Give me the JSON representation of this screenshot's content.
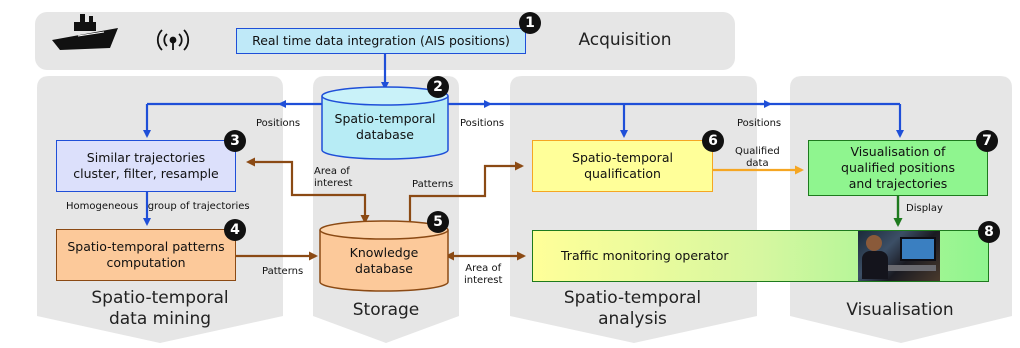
{
  "acquisition": {
    "title": "Acquisition",
    "box": "Real time data integration (AIS positions)",
    "step": "1"
  },
  "columns": {
    "mining": "Spatio-temporal\ndata mining",
    "storage": "Storage",
    "analysis": "Spatio-temporal\nanalysis",
    "visualisation": "Visualisation"
  },
  "boxes": {
    "trajectories": "Similar trajectories\ncluster, filter, resample",
    "patterns": "Spatio-temporal patterns\ncomputation",
    "qualification": "Spatio-temporal\nqualification",
    "visual": "Visualisation of\nqualified positions\nand trajectories",
    "operator": "Traffic monitoring operator"
  },
  "databases": {
    "st_db": "Spatio-temporal\ndatabase",
    "kn_db": "Knowledge\ndatabase"
  },
  "steps": {
    "s2": "2",
    "s3": "3",
    "s4": "4",
    "s5": "5",
    "s6": "6",
    "s7": "7",
    "s8": "8"
  },
  "labels": {
    "positions_1": "Positions",
    "positions_2": "Positions",
    "positions_3": "Positions",
    "homogeneous": "Homogeneous   group of trajectories",
    "area_1": "Area of\ninterest",
    "patterns_up": "Patterns",
    "patterns_left": "Patterns",
    "qualified": "Qualified\ndata",
    "display": "Display",
    "area_2": "Area of\ninterest"
  },
  "icons": [
    "ship-icon",
    "antenna-icon",
    "operator-photo"
  ],
  "colors": {
    "blue_arrow": "#1f4fd8",
    "brown_arrow": "#8b4a14",
    "orange_arrow": "#f5a623",
    "green_arrow": "#1e7a1e",
    "lane_gray": "#e6e6e6"
  }
}
